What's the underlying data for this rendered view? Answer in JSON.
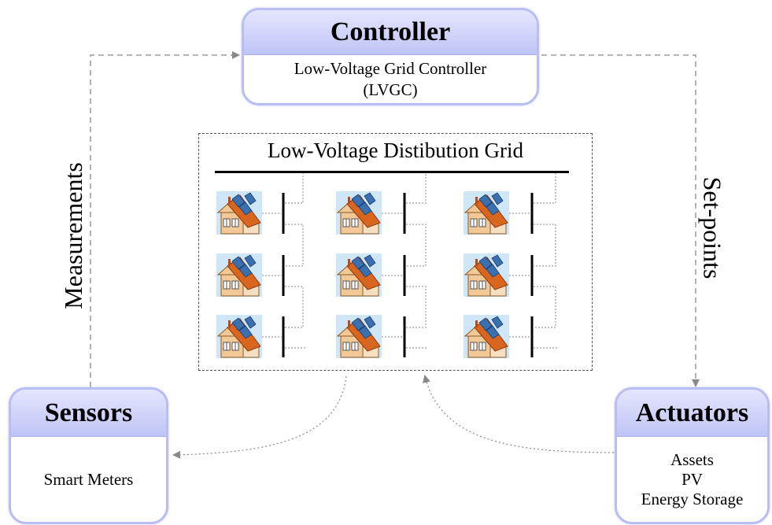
{
  "controller": {
    "title": "Controller",
    "line1": "Low-Voltage Grid Controller",
    "line2": "(LVGC)"
  },
  "sensors": {
    "title": "Sensors",
    "line1": "Smart Meters"
  },
  "actuators": {
    "title": "Actuators",
    "line1": "Assets",
    "line2": "PV",
    "line3": "Energy Storage"
  },
  "grid": {
    "title": "Low-Voltage Distibution Grid"
  },
  "flows": {
    "measurements": "Measurements",
    "setpoints": "Set-points"
  },
  "colors": {
    "box_border": "#b8bdf2",
    "box_header": "#c9cdf8",
    "arrow": "#777777",
    "roof": "#d9661f",
    "house_wall": "#f2c896",
    "solar_panel": "#3a6fb0",
    "sky": "#cfe6f7"
  },
  "icons": {
    "house": "house-with-solar-panels-icon",
    "busbar": "busbar-icon"
  }
}
